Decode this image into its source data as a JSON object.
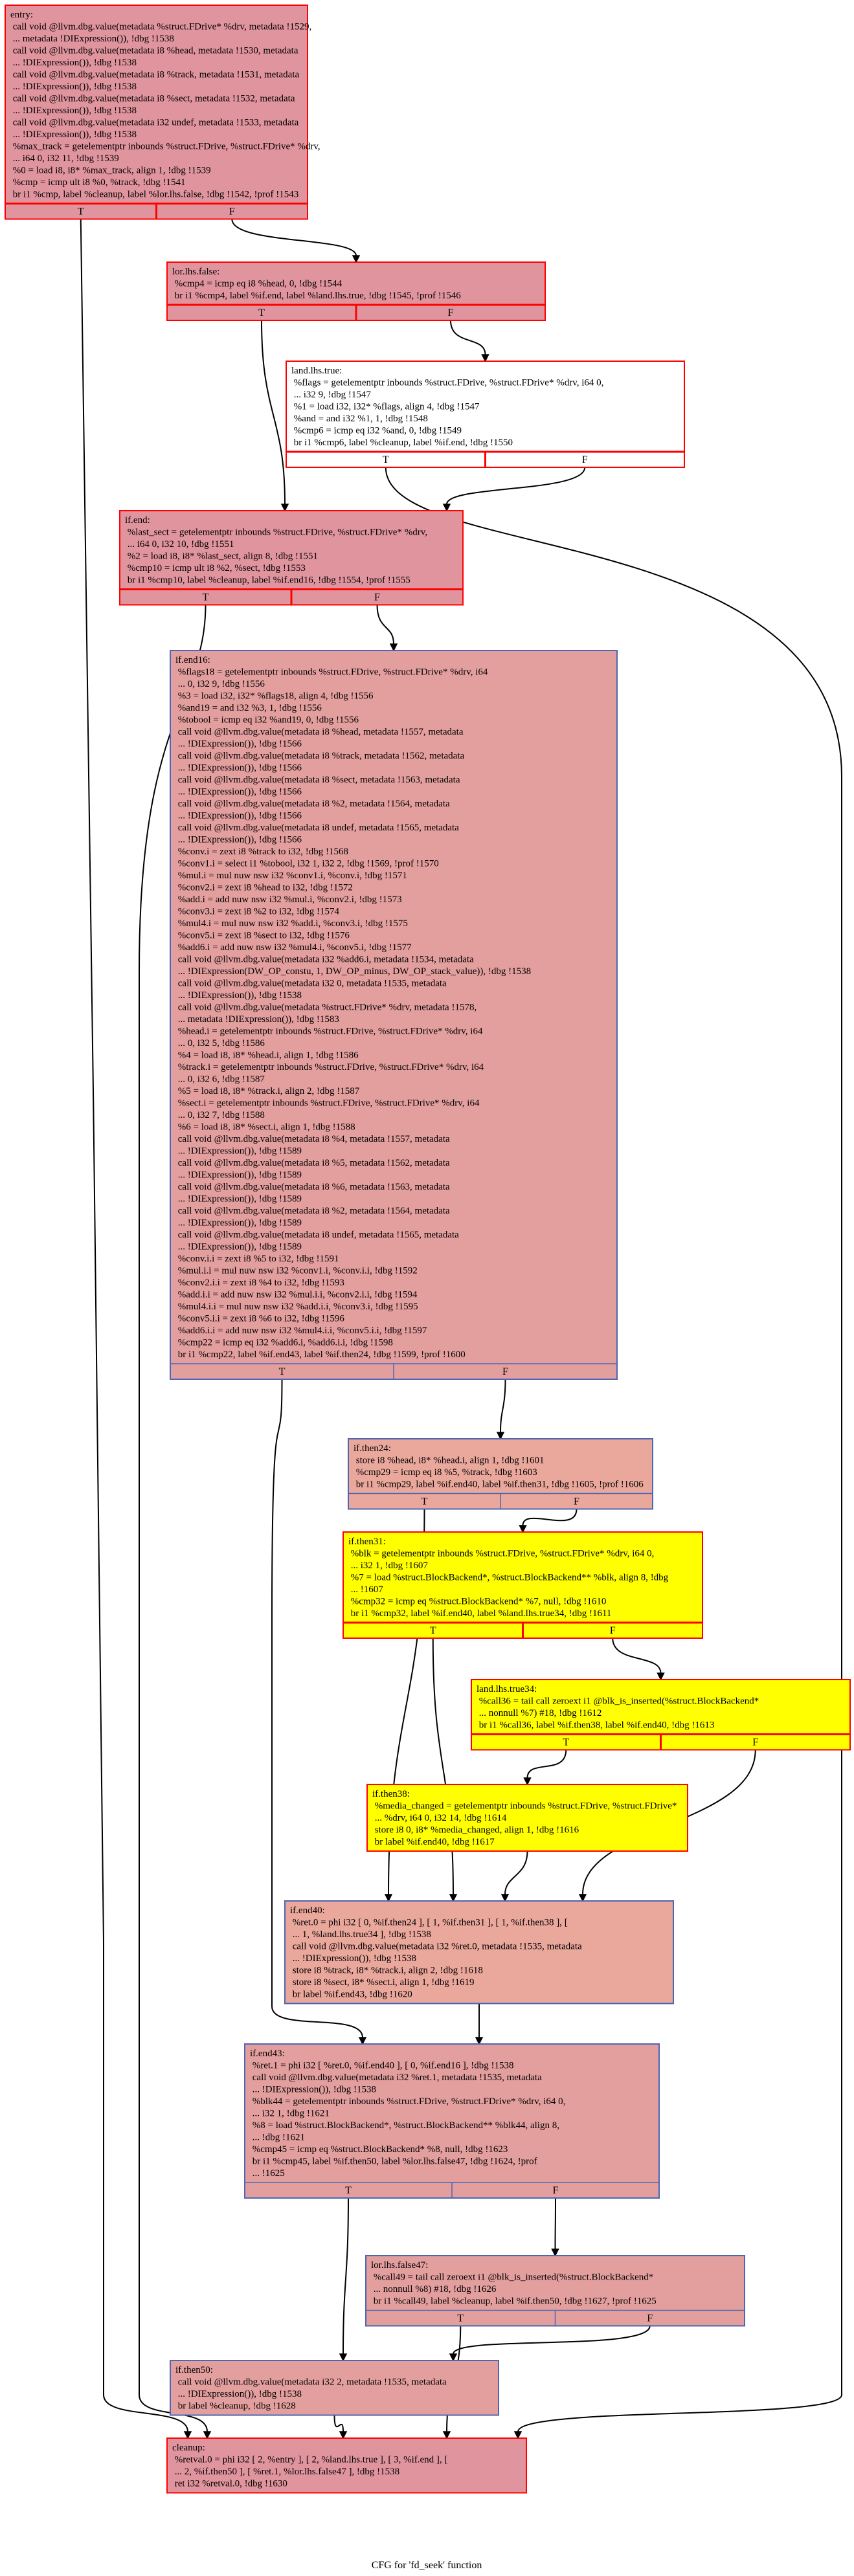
{
  "caption": "CFG for 'fd_seek' function",
  "colors": {
    "pink": "#e0949e",
    "rose": "#e39e9e",
    "salmon": "#eaa79c",
    "yellow": "#ffff00",
    "border_red": "#ff0000",
    "border_blue": "#4d66b3",
    "edge": "#000000"
  },
  "branch_labels": {
    "true": "T",
    "false": "F"
  },
  "nodes": [
    {
      "id": "entry",
      "fill": "pink",
      "border": "border_red",
      "lines": [
        "entry:",
        " call void @llvm.dbg.value(metadata %struct.FDrive* %drv, metadata !1529,",
        " ... metadata !DIExpression()), !dbg !1538",
        " call void @llvm.dbg.value(metadata i8 %head, metadata !1530, metadata",
        " ... !DIExpression()), !dbg !1538",
        " call void @llvm.dbg.value(metadata i8 %track, metadata !1531, metadata",
        " ... !DIExpression()), !dbg !1538",
        " call void @llvm.dbg.value(metadata i8 %sect, metadata !1532, metadata",
        " ... !DIExpression()), !dbg !1538",
        " call void @llvm.dbg.value(metadata i32 undef, metadata !1533, metadata",
        " ... !DIExpression()), !dbg !1538",
        " %max_track = getelementptr inbounds %struct.FDrive, %struct.FDrive* %drv,",
        " ... i64 0, i32 11, !dbg !1539",
        " %0 = load i8, i8* %max_track, align 1, !dbg !1539",
        " %cmp = icmp ult i8 %0, %track, !dbg !1541",
        " br i1 %cmp, label %cleanup, label %lor.lhs.false, !dbg !1542, !prof !1543"
      ]
    },
    {
      "id": "lor.lhs.false",
      "fill": "pink",
      "border": "border_red",
      "lines": [
        "lor.lhs.false:",
        " %cmp4 = icmp eq i8 %head, 0, !dbg !1544",
        " br i1 %cmp4, label %if.end, label %land.lhs.true, !dbg !1545, !prof !1546"
      ]
    },
    {
      "id": "land.lhs.true",
      "fill": "white",
      "border": "border_red",
      "lines": [
        "land.lhs.true:",
        " %flags = getelementptr inbounds %struct.FDrive, %struct.FDrive* %drv, i64 0,",
        " ... i32 9, !dbg !1547",
        " %1 = load i32, i32* %flags, align 4, !dbg !1547",
        " %and = and i32 %1, 1, !dbg !1548",
        " %cmp6 = icmp eq i32 %and, 0, !dbg !1549",
        " br i1 %cmp6, label %cleanup, label %if.end, !dbg !1550"
      ]
    },
    {
      "id": "if.end",
      "fill": "pink",
      "border": "border_red",
      "lines": [
        "if.end:",
        " %last_sect = getelementptr inbounds %struct.FDrive, %struct.FDrive* %drv,",
        " ... i64 0, i32 10, !dbg !1551",
        " %2 = load i8, i8* %last_sect, align 8, !dbg !1551",
        " %cmp10 = icmp ult i8 %2, %sect, !dbg !1553",
        " br i1 %cmp10, label %cleanup, label %if.end16, !dbg !1554, !prof !1555"
      ]
    },
    {
      "id": "if.end16",
      "fill": "rose",
      "border": "border_blue",
      "lines": [
        "if.end16:",
        " %flags18 = getelementptr inbounds %struct.FDrive, %struct.FDrive* %drv, i64",
        " ... 0, i32 9, !dbg !1556",
        " %3 = load i32, i32* %flags18, align 4, !dbg !1556",
        " %and19 = and i32 %3, 1, !dbg !1556",
        " %tobool = icmp eq i32 %and19, 0, !dbg !1556",
        " call void @llvm.dbg.value(metadata i8 %head, metadata !1557, metadata",
        " ... !DIExpression()), !dbg !1566",
        " call void @llvm.dbg.value(metadata i8 %track, metadata !1562, metadata",
        " ... !DIExpression()), !dbg !1566",
        " call void @llvm.dbg.value(metadata i8 %sect, metadata !1563, metadata",
        " ... !DIExpression()), !dbg !1566",
        " call void @llvm.dbg.value(metadata i8 %2, metadata !1564, metadata",
        " ... !DIExpression()), !dbg !1566",
        " call void @llvm.dbg.value(metadata i8 undef, metadata !1565, metadata",
        " ... !DIExpression()), !dbg !1566",
        " %conv.i = zext i8 %track to i32, !dbg !1568",
        " %conv1.i = select i1 %tobool, i32 1, i32 2, !dbg !1569, !prof !1570",
        " %mul.i = mul nuw nsw i32 %conv1.i, %conv.i, !dbg !1571",
        " %conv2.i = zext i8 %head to i32, !dbg !1572",
        " %add.i = add nuw nsw i32 %mul.i, %conv2.i, !dbg !1573",
        " %conv3.i = zext i8 %2 to i32, !dbg !1574",
        " %mul4.i = mul nuw nsw i32 %add.i, %conv3.i, !dbg !1575",
        " %conv5.i = zext i8 %sect to i32, !dbg !1576",
        " %add6.i = add nuw nsw i32 %mul4.i, %conv5.i, !dbg !1577",
        " call void @llvm.dbg.value(metadata i32 %add6.i, metadata !1534, metadata",
        " ... !DIExpression(DW_OP_constu, 1, DW_OP_minus, DW_OP_stack_value)), !dbg !1538",
        " call void @llvm.dbg.value(metadata i32 0, metadata !1535, metadata",
        " ... !DIExpression()), !dbg !1538",
        " call void @llvm.dbg.value(metadata %struct.FDrive* %drv, metadata !1578,",
        " ... metadata !DIExpression()), !dbg !1583",
        " %head.i = getelementptr inbounds %struct.FDrive, %struct.FDrive* %drv, i64",
        " ... 0, i32 5, !dbg !1586",
        " %4 = load i8, i8* %head.i, align 1, !dbg !1586",
        " %track.i = getelementptr inbounds %struct.FDrive, %struct.FDrive* %drv, i64",
        " ... 0, i32 6, !dbg !1587",
        " %5 = load i8, i8* %track.i, align 2, !dbg !1587",
        " %sect.i = getelementptr inbounds %struct.FDrive, %struct.FDrive* %drv, i64",
        " ... 0, i32 7, !dbg !1588",
        " %6 = load i8, i8* %sect.i, align 1, !dbg !1588",
        " call void @llvm.dbg.value(metadata i8 %4, metadata !1557, metadata",
        " ... !DIExpression()), !dbg !1589",
        " call void @llvm.dbg.value(metadata i8 %5, metadata !1562, metadata",
        " ... !DIExpression()), !dbg !1589",
        " call void @llvm.dbg.value(metadata i8 %6, metadata !1563, metadata",
        " ... !DIExpression()), !dbg !1589",
        " call void @llvm.dbg.value(metadata i8 %2, metadata !1564, metadata",
        " ... !DIExpression()), !dbg !1589",
        " call void @llvm.dbg.value(metadata i8 undef, metadata !1565, metadata",
        " ... !DIExpression()), !dbg !1589",
        " %conv.i.i = zext i8 %5 to i32, !dbg !1591",
        " %mul.i.i = mul nuw nsw i32 %conv1.i, %conv.i.i, !dbg !1592",
        " %conv2.i.i = zext i8 %4 to i32, !dbg !1593",
        " %add.i.i = add nuw nsw i32 %mul.i.i, %conv2.i.i, !dbg !1594",
        " %mul4.i.i = mul nuw nsw i32 %add.i.i, %conv3.i, !dbg !1595",
        " %conv5.i.i = zext i8 %6 to i32, !dbg !1596",
        " %add6.i.i = add nuw nsw i32 %mul4.i.i, %conv5.i.i, !dbg !1597",
        " %cmp22 = icmp eq i32 %add6.i, %add6.i.i, !dbg !1598",
        " br i1 %cmp22, label %if.end43, label %if.then24, !dbg !1599, !prof !1600"
      ]
    },
    {
      "id": "if.then24",
      "fill": "salmon",
      "border": "border_blue",
      "lines": [
        "if.then24:",
        " store i8 %head, i8* %head.i, align 1, !dbg !1601",
        " %cmp29 = icmp eq i8 %5, %track, !dbg !1603",
        " br i1 %cmp29, label %if.end40, label %if.then31, !dbg !1605, !prof !1606"
      ]
    },
    {
      "id": "if.then31",
      "fill": "yellow",
      "border": "border_red",
      "lines": [
        "if.then31:",
        " %blk = getelementptr inbounds %struct.FDrive, %struct.FDrive* %drv, i64 0,",
        " ... i32 1, !dbg !1607",
        " %7 = load %struct.BlockBackend*, %struct.BlockBackend** %blk, align 8, !dbg",
        " ... !1607",
        " %cmp32 = icmp eq %struct.BlockBackend* %7, null, !dbg !1610",
        " br i1 %cmp32, label %if.end40, label %land.lhs.true34, !dbg !1611"
      ]
    },
    {
      "id": "land.lhs.true34",
      "fill": "yellow",
      "border": "border_red",
      "lines": [
        "land.lhs.true34:",
        " %call36 = tail call zeroext i1 @blk_is_inserted(%struct.BlockBackend*",
        " ... nonnull %7) #18, !dbg !1612",
        " br i1 %call36, label %if.then38, label %if.end40, !dbg !1613"
      ]
    },
    {
      "id": "if.then38",
      "fill": "yellow",
      "border": "border_red",
      "lines": [
        "if.then38:",
        " %media_changed = getelementptr inbounds %struct.FDrive, %struct.FDrive*",
        " ... %drv, i64 0, i32 14, !dbg !1614",
        " store i8 0, i8* %media_changed, align 1, !dbg !1616",
        " br label %if.end40, !dbg !1617"
      ]
    },
    {
      "id": "if.end40",
      "fill": "salmon",
      "border": "border_blue",
      "lines": [
        "if.end40:",
        " %ret.0 = phi i32 [ 0, %if.then24 ], [ 1, %if.then31 ], [ 1, %if.then38 ], [",
        " ... 1, %land.lhs.true34 ], !dbg !1538",
        " call void @llvm.dbg.value(metadata i32 %ret.0, metadata !1535, metadata",
        " ... !DIExpression()), !dbg !1538",
        " store i8 %track, i8* %track.i, align 2, !dbg !1618",
        " store i8 %sect, i8* %sect.i, align 1, !dbg !1619",
        " br label %if.end43, !dbg !1620"
      ]
    },
    {
      "id": "if.end43",
      "fill": "rose",
      "border": "border_blue",
      "lines": [
        "if.end43:",
        " %ret.1 = phi i32 [ %ret.0, %if.end40 ], [ 0, %if.end16 ], !dbg !1538",
        " call void @llvm.dbg.value(metadata i32 %ret.1, metadata !1535, metadata",
        " ... !DIExpression()), !dbg !1538",
        " %blk44 = getelementptr inbounds %struct.FDrive, %struct.FDrive* %drv, i64 0,",
        " ... i32 1, !dbg !1621",
        " %8 = load %struct.BlockBackend*, %struct.BlockBackend** %blk44, align 8,",
        " ... !dbg !1621",
        " %cmp45 = icmp eq %struct.BlockBackend* %8, null, !dbg !1623",
        " br i1 %cmp45, label %if.then50, label %lor.lhs.false47, !dbg !1624, !prof",
        " ... !1625"
      ]
    },
    {
      "id": "lor.lhs.false47",
      "fill": "rose",
      "border": "border_blue",
      "lines": [
        "lor.lhs.false47:",
        " %call49 = tail call zeroext i1 @blk_is_inserted(%struct.BlockBackend*",
        " ... nonnull %8) #18, !dbg !1626",
        " br i1 %call49, label %cleanup, label %if.then50, !dbg !1627, !prof !1625"
      ]
    },
    {
      "id": "if.then50",
      "fill": "rose",
      "border": "border_blue",
      "lines": [
        "if.then50:",
        " call void @llvm.dbg.value(metadata i32 2, metadata !1535, metadata",
        " ... !DIExpression()), !dbg !1538",
        " br label %cleanup, !dbg !1628"
      ]
    },
    {
      "id": "cleanup",
      "fill": "pink",
      "border": "border_red",
      "lines": [
        "cleanup:",
        " %retval.0 = phi i32 [ 2, %entry ], [ 2, %land.lhs.true ], [ 3, %if.end ], [",
        " ... 2, %if.then50 ], [ %ret.1, %lor.lhs.false47 ], !dbg !1538",
        " ret i32 %retval.0, !dbg !1630"
      ]
    }
  ],
  "edges": [
    {
      "from": "entry",
      "to": "cleanup",
      "branch": "true"
    },
    {
      "from": "entry",
      "to": "lor.lhs.false",
      "branch": "false"
    },
    {
      "from": "lor.lhs.false",
      "to": "if.end",
      "branch": "true"
    },
    {
      "from": "lor.lhs.false",
      "to": "land.lhs.true",
      "branch": "false"
    },
    {
      "from": "land.lhs.true",
      "to": "cleanup",
      "branch": "true"
    },
    {
      "from": "land.lhs.true",
      "to": "if.end",
      "branch": "false"
    },
    {
      "from": "if.end",
      "to": "cleanup",
      "branch": "true"
    },
    {
      "from": "if.end",
      "to": "if.end16",
      "branch": "false"
    },
    {
      "from": "if.end16",
      "to": "if.end43",
      "branch": "true"
    },
    {
      "from": "if.end16",
      "to": "if.then24",
      "branch": "false"
    },
    {
      "from": "if.then24",
      "to": "if.end40",
      "branch": "true"
    },
    {
      "from": "if.then24",
      "to": "if.then31",
      "branch": "false"
    },
    {
      "from": "if.then31",
      "to": "if.end40",
      "branch": "true"
    },
    {
      "from": "if.then31",
      "to": "land.lhs.true34",
      "branch": "false"
    },
    {
      "from": "land.lhs.true34",
      "to": "if.then38",
      "branch": "true"
    },
    {
      "from": "land.lhs.true34",
      "to": "if.end40",
      "branch": "false"
    },
    {
      "from": "if.then38",
      "to": "if.end40"
    },
    {
      "from": "if.end40",
      "to": "if.end43"
    },
    {
      "from": "if.end43",
      "to": "if.then50",
      "branch": "true"
    },
    {
      "from": "if.end43",
      "to": "lor.lhs.false47",
      "branch": "false"
    },
    {
      "from": "lor.lhs.false47",
      "to": "cleanup",
      "branch": "true"
    },
    {
      "from": "lor.lhs.false47",
      "to": "if.then50",
      "branch": "false"
    },
    {
      "from": "if.then50",
      "to": "cleanup"
    }
  ]
}
